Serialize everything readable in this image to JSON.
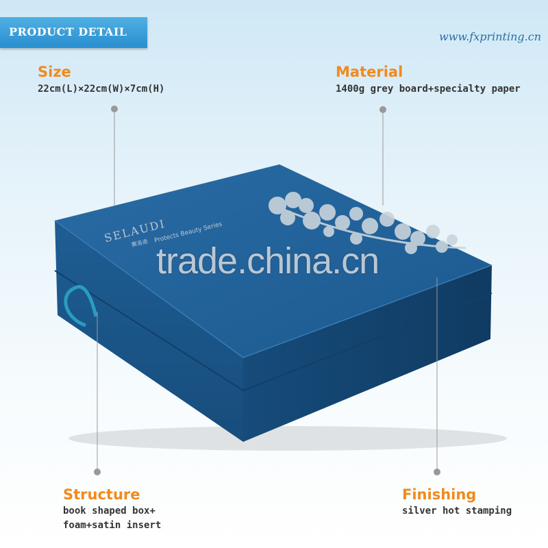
{
  "banner": {
    "label": "PRODUCT DETAIL"
  },
  "website": "www.fxprinting.cn",
  "specs": {
    "size": {
      "title": "Size",
      "value": "22cm(L)×22cm(W)×7cm(H)"
    },
    "material": {
      "title": "Material",
      "value": "1400g grey board+specialty paper"
    },
    "structure": {
      "title": "Structure",
      "lines": [
        "book shaped box+",
        "foam+satin insert"
      ]
    },
    "finishing": {
      "title": "Finishing",
      "value": "silver hot stamping"
    }
  },
  "product": {
    "brand": "SELAUDI",
    "brand_cn": "赛洛迪",
    "series": "Protects Beauty Series",
    "box_color": "#1f5f95",
    "print_color": "#c9d4dc",
    "ribbon_color": "#2b9bc0"
  },
  "watermark": "trade.china.cn",
  "colors": {
    "accent": "#f08a1c",
    "banner": "#2a8ed0",
    "pointer": "#999999"
  }
}
